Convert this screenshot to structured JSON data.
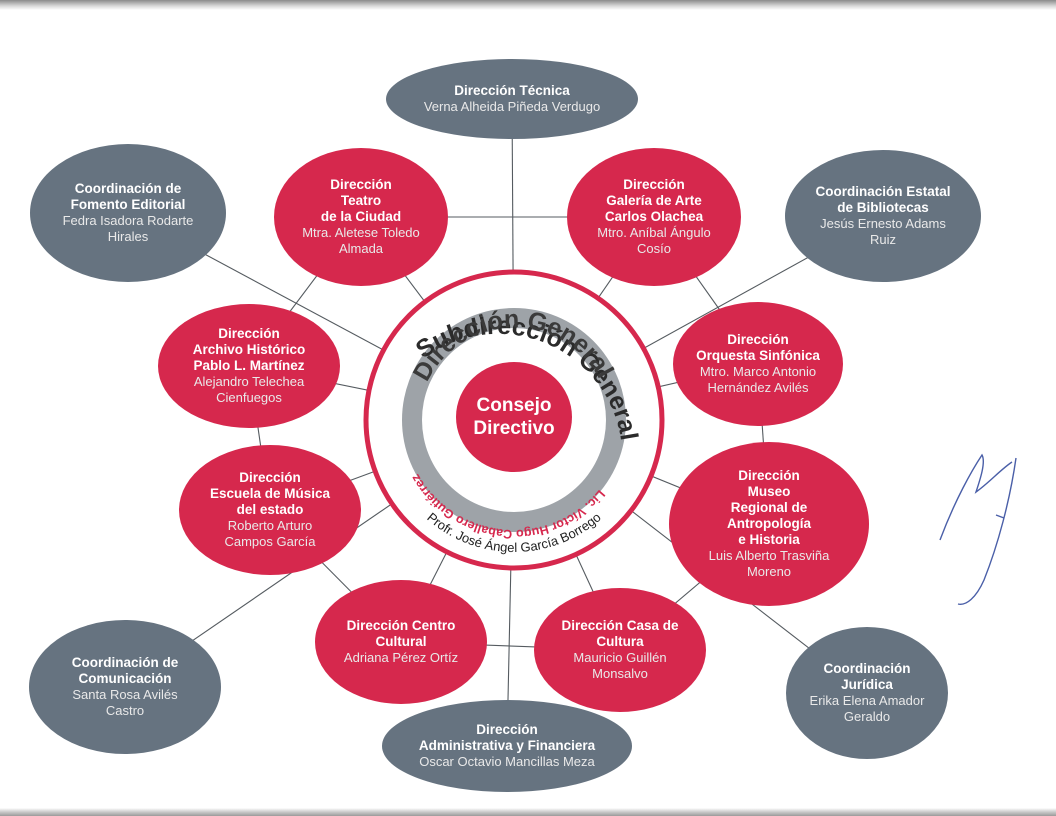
{
  "chart_data": {
    "type": "diagram",
    "center": {
      "core_lines": [
        "Consejo",
        "Directivo"
      ],
      "middle_title": "Dirección General",
      "middle_name": "Lic. Víctor Hugo Caballero Gutiérrez",
      "outer_title": "Subdirección General",
      "outer_name": "Profr. José Ángel García Borrego"
    },
    "units": [
      {
        "id": "tecnica",
        "color": "gray",
        "title": [
          "Dirección Técnica"
        ],
        "name": [
          "Verna Alheida Piñeda Verdugo"
        ]
      },
      {
        "id": "teatro",
        "color": "red",
        "title": [
          "Dirección",
          "Teatro",
          "de la Ciudad"
        ],
        "name": [
          "Mtra. Aletese Toledo",
          "Almada"
        ]
      },
      {
        "id": "galeria",
        "color": "red",
        "title": [
          "Dirección",
          "Galería de Arte",
          "Carlos Olachea"
        ],
        "name": [
          "Mtro. Aníbal Ángulo",
          "Cosío"
        ]
      },
      {
        "id": "fomento",
        "color": "gray",
        "title": [
          "Coordinación de",
          "Fomento Editorial"
        ],
        "name": [
          "Fedra Isadora Rodarte",
          "Hirales"
        ]
      },
      {
        "id": "bibliotecas",
        "color": "gray",
        "title": [
          "Coordinación Estatal",
          "de Bibliotecas"
        ],
        "name": [
          "Jesús Ernesto Adams",
          "Ruiz"
        ]
      },
      {
        "id": "archivo",
        "color": "red",
        "title": [
          "Dirección",
          "Archivo Histórico",
          "Pablo L. Martínez"
        ],
        "name": [
          "Alejandro Telechea",
          "Cienfuegos"
        ]
      },
      {
        "id": "orquesta",
        "color": "red",
        "title": [
          "Dirección",
          "Orquesta Sinfónica"
        ],
        "name": [
          "Mtro. Marco Antonio",
          "Hernández Avilés"
        ]
      },
      {
        "id": "musica",
        "color": "red",
        "title": [
          "Dirección",
          "Escuela de Música",
          "del estado"
        ],
        "name": [
          "Roberto Arturo",
          "Campos García"
        ]
      },
      {
        "id": "museo",
        "color": "red",
        "title": [
          "Dirección",
          "Museo",
          "Regional de",
          "Antropología",
          "e Historia"
        ],
        "name": [
          "Luis Alberto Trasviña",
          "Moreno"
        ]
      },
      {
        "id": "centro",
        "color": "red",
        "title": [
          "Dirección Centro",
          "Cultural"
        ],
        "name": [
          "Adriana Pérez Ortíz"
        ]
      },
      {
        "id": "casa",
        "color": "red",
        "title": [
          "Dirección Casa de",
          "Cultura"
        ],
        "name": [
          "Mauricio Guillén",
          "Monsalvo"
        ]
      },
      {
        "id": "comunicacion",
        "color": "gray",
        "title": [
          "Coordinación de",
          "Comunicación"
        ],
        "name": [
          "Santa Rosa  Avilés",
          "Castro"
        ]
      },
      {
        "id": "juridica",
        "color": "gray",
        "title": [
          "Coordinación",
          "Jurídica"
        ],
        "name": [
          "Erika Elena Amador",
          "Geraldo"
        ]
      },
      {
        "id": "administrativa",
        "color": "gray",
        "title": [
          "Dirección",
          "Administrativa y Financiera"
        ],
        "name": [
          "Oscar Octavio Mancillas Meza"
        ]
      }
    ],
    "connections": {
      "radial": [
        "tecnica",
        "teatro",
        "galeria",
        "fomento",
        "bibliotecas",
        "archivo",
        "orquesta",
        "musica",
        "museo",
        "centro",
        "casa",
        "comunicacion",
        "juridica",
        "administrativa"
      ],
      "ring": [
        "teatro",
        "galeria",
        "orquesta",
        "museo",
        "casa",
        "centro",
        "musica",
        "archivo",
        "teatro"
      ]
    },
    "colors": {
      "red": "#d6284d",
      "gray": "#667380",
      "ring_gray": "#9ea3a8",
      "ring_red": "#d6284d"
    }
  }
}
